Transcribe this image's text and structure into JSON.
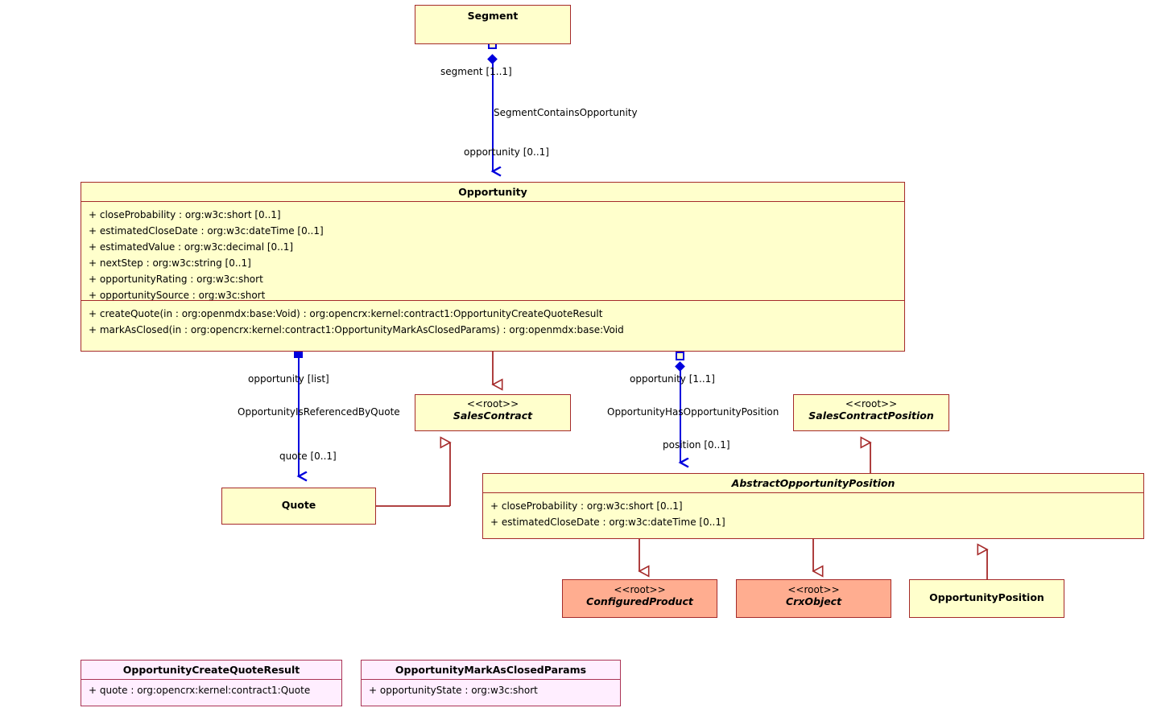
{
  "diagram": {
    "type": "uml-class-diagram",
    "title": "Opportunity",
    "colors": {
      "class_fill": "#ffffcc",
      "class_border": "#a52a2a",
      "root_class_fill": "#ffad90",
      "params_fill": "#ffeeff",
      "params_border": "#aa3355",
      "association_color": "#0000dd",
      "generalization_color": "#a52a2a"
    }
  },
  "classes": {
    "segment": {
      "name": "Segment",
      "stereotype": "",
      "italic": false
    },
    "opportunity": {
      "name": "Opportunity",
      "stereotype": "",
      "italic": false,
      "attributes": [
        "+ closeProbability : org:w3c:short [0..1]",
        "+ estimatedCloseDate : org:w3c:dateTime [0..1]",
        "+ estimatedValue : org:w3c:decimal [0..1]",
        "+ nextStep : org:w3c:string [0..1]",
        "+ opportunityRating : org:w3c:short",
        "+ opportunitySource : org:w3c:short"
      ],
      "operations": [
        "+ createQuote(in : org:openmdx:base:Void) : org:opencrx:kernel:contract1:OpportunityCreateQuoteResult",
        "+ markAsClosed(in : org:opencrx:kernel:contract1:OpportunityMarkAsClosedParams) : org:openmdx:base:Void"
      ]
    },
    "sales_contract": {
      "name": "SalesContract",
      "stereotype": "<<root>>",
      "italic": true
    },
    "sales_contract_position": {
      "name": "SalesContractPosition",
      "stereotype": "<<root>>",
      "italic": true
    },
    "quote": {
      "name": "Quote",
      "stereotype": "",
      "italic": false
    },
    "abstract_opportunity_position": {
      "name": "AbstractOpportunityPosition",
      "stereotype": "",
      "italic": true,
      "attributes": [
        "+ closeProbability : org:w3c:short [0..1]",
        "+ estimatedCloseDate : org:w3c:dateTime [0..1]"
      ]
    },
    "configured_product": {
      "name": "ConfiguredProduct",
      "stereotype": "<<root>>",
      "italic": true
    },
    "crx_object": {
      "name": "CrxObject",
      "stereotype": "<<root>>",
      "italic": true
    },
    "opportunity_position": {
      "name": "OpportunityPosition",
      "stereotype": "",
      "italic": false
    },
    "opportunity_create_quote_result": {
      "name": "OpportunityCreateQuoteResult",
      "stereotype": "",
      "italic": false,
      "attributes": [
        "+ quote : org:opencrx:kernel:contract1:Quote"
      ]
    },
    "opportunity_mark_as_closed_params": {
      "name": "OpportunityMarkAsClosedParams",
      "stereotype": "",
      "italic": false,
      "attributes": [
        "+ opportunityState : org:w3c:short"
      ]
    }
  },
  "associations": [
    {
      "id": "segment-contains-opportunity",
      "name": "SegmentContainsOpportunity",
      "source_role": "segment [1..1]",
      "target_role": "opportunity [0..1]",
      "kind": "composition"
    },
    {
      "id": "opportunity-is-referenced-by-quote",
      "name": "OpportunityIsReferencedByQuote",
      "source_role": "opportunity [list]",
      "target_role": "quote [0..1]",
      "kind": "association"
    },
    {
      "id": "opportunity-has-opportunity-position",
      "name": "OpportunityHasOpportunityPosition",
      "source_role": "opportunity [1..1]",
      "target_role": "position [0..1]",
      "kind": "composition"
    }
  ],
  "generalizations": [
    {
      "from": "Opportunity",
      "to": "SalesContract"
    },
    {
      "from": "Quote",
      "to": "SalesContract"
    },
    {
      "from": "AbstractOpportunityPosition",
      "to": "ConfiguredProduct"
    },
    {
      "from": "AbstractOpportunityPosition",
      "to": "CrxObject"
    },
    {
      "from": "OpportunityPosition",
      "to": "AbstractOpportunityPosition"
    },
    {
      "from": "AbstractOpportunityPosition",
      "to": "SalesContractPosition"
    }
  ]
}
